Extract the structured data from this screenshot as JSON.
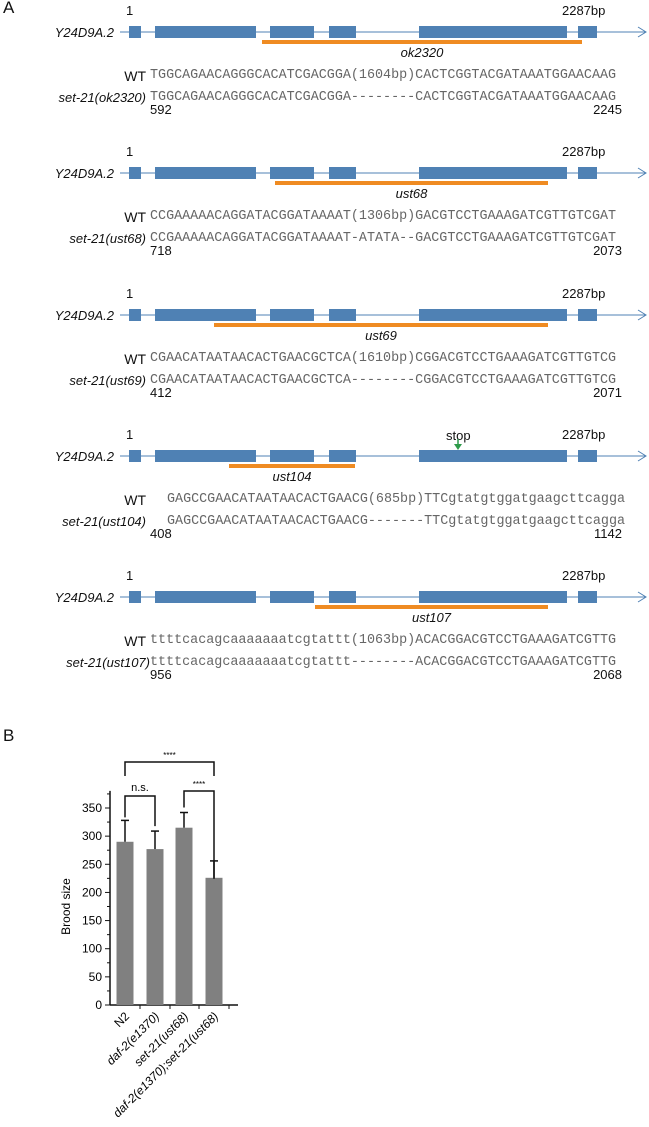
{
  "panel_a": {
    "label": "A",
    "gene_name": "Y24D9A.2",
    "start_label": "1",
    "end_label": "2287bp",
    "stop_label": "stop",
    "wt_label": "WT",
    "colors": {
      "exon": "#4f81b4",
      "deletion": "#ef8b22",
      "stop_arrow": "#2e9b4a",
      "sequence": "#666666"
    },
    "rows": [
      {
        "allele": "ok2320",
        "mutant_label": "set-21(ok2320)",
        "wt_seq": "TGGCAGAACAGGGCACATCGACGGA(1604bp)CACTCGGTACGATAAATGGAACAAG",
        "mut_seq": "TGGCAGAACAGGGCACATCGACGGA--------CACTCGGTACGATAAATGGAACAAG",
        "left_pos": "592",
        "right_pos": "2245"
      },
      {
        "allele": "ust68",
        "mutant_label": "set-21(ust68)",
        "wt_seq": "CCGAAAAACAGGATACGGATAAAAT(1306bp)GACGTCCTGAAAGATCGTTGTCGAT",
        "mut_seq": "CCGAAAAACAGGATACGGATAAAAT-ATATA--GACGTCCTGAAAGATCGTTGTCGAT",
        "left_pos": "718",
        "right_pos": "2073"
      },
      {
        "allele": "ust69",
        "mutant_label": "set-21(ust69)",
        "wt_seq": "CGAACATAATAACACTGAACGCTCA(1610bp)CGGACGTCCTGAAAGATCGTTGTCG",
        "mut_seq": "CGAACATAATAACACTGAACGCTCA--------CGGACGTCCTGAAAGATCGTTGTCG",
        "left_pos": "412",
        "right_pos": "2071"
      },
      {
        "allele": "ust104",
        "mutant_label": "set-21(ust104)",
        "wt_seq": "GAGCCGAACATAATAACACTGAACG(685bp)TTCgtatgtggatgaagcttcagga",
        "mut_seq": "GAGCCGAACATAATAACACTGAACG-------TTCgtatgtggatgaagcttcagga",
        "left_pos": "408",
        "right_pos": "1142"
      },
      {
        "allele": "ust107",
        "mutant_label": "set-21(ust107)",
        "wt_seq": "ttttcacagcaaaaaaatcgtattt(1063bp)ACACGGACGTCCTGAAAGATCGTTG",
        "mut_seq": "ttttcacagcaaaaaaatcgtattt--------ACACGGACGTCCTGAAAGATCGTTG",
        "left_pos": "956",
        "right_pos": "2068"
      }
    ]
  },
  "panel_b": {
    "label": "B"
  },
  "chart_data": {
    "type": "bar",
    "categories": [
      "N2",
      "daf-2(e1370)",
      "set-21(ust68)",
      "daf-2(e1370);set-21(ust68)"
    ],
    "values": [
      290,
      277,
      315,
      226
    ],
    "error_upper": [
      328,
      309,
      342,
      256
    ],
    "ylabel": "Brood size",
    "xlabel": "",
    "ylim": [
      0,
      375
    ],
    "yticks": [
      "0",
      "50",
      "100",
      "150",
      "200",
      "250",
      "300",
      "350"
    ],
    "bar_color": "#808080",
    "significance": [
      {
        "groups": [
          "N2",
          "daf-2(e1370)"
        ],
        "label": "n.s."
      },
      {
        "groups": [
          "set-21(ust68)",
          "daf-2(e1370);set-21(ust68)"
        ],
        "label": "****"
      },
      {
        "groups": [
          "N2",
          "daf-2(e1370);set-21(ust68)"
        ],
        "label": "****"
      }
    ]
  }
}
